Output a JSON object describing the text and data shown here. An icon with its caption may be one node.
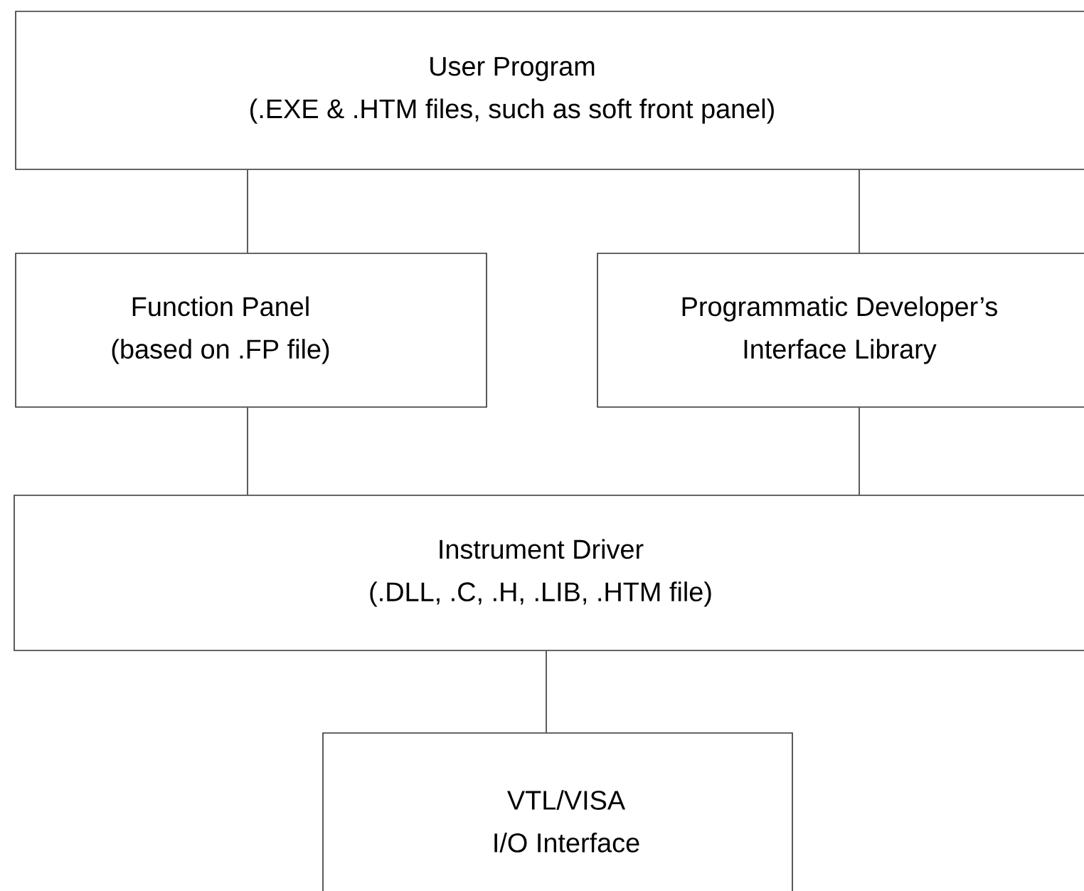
{
  "diagram": {
    "nodes": [
      {
        "text": [
          "User Program",
          "(.EXE & .HTM files, such as soft front panel)"
        ]
      },
      {
        "text": [
          "Function Panel",
          "(based on .FP file)"
        ]
      },
      {
        "text": [
          "Programmatic Developer’s",
          "Interface Library"
        ]
      },
      {
        "text": [
          "Instrument Driver",
          "(.DLL, .C, .H, .LIB, .HTM file)"
        ]
      },
      {
        "text": [
          "VTL/VISA",
          "I/O Interface"
        ]
      }
    ],
    "edges": [
      {
        "from": 0,
        "to": 1,
        "arrow": "none"
      },
      {
        "from": 0,
        "to": 2,
        "arrow": "none"
      },
      {
        "from": 1,
        "to": 3,
        "arrow": "none"
      },
      {
        "from": 2,
        "to": 3,
        "arrow": "none"
      },
      {
        "from": 3,
        "to": 4,
        "arrow": "none"
      }
    ]
  }
}
